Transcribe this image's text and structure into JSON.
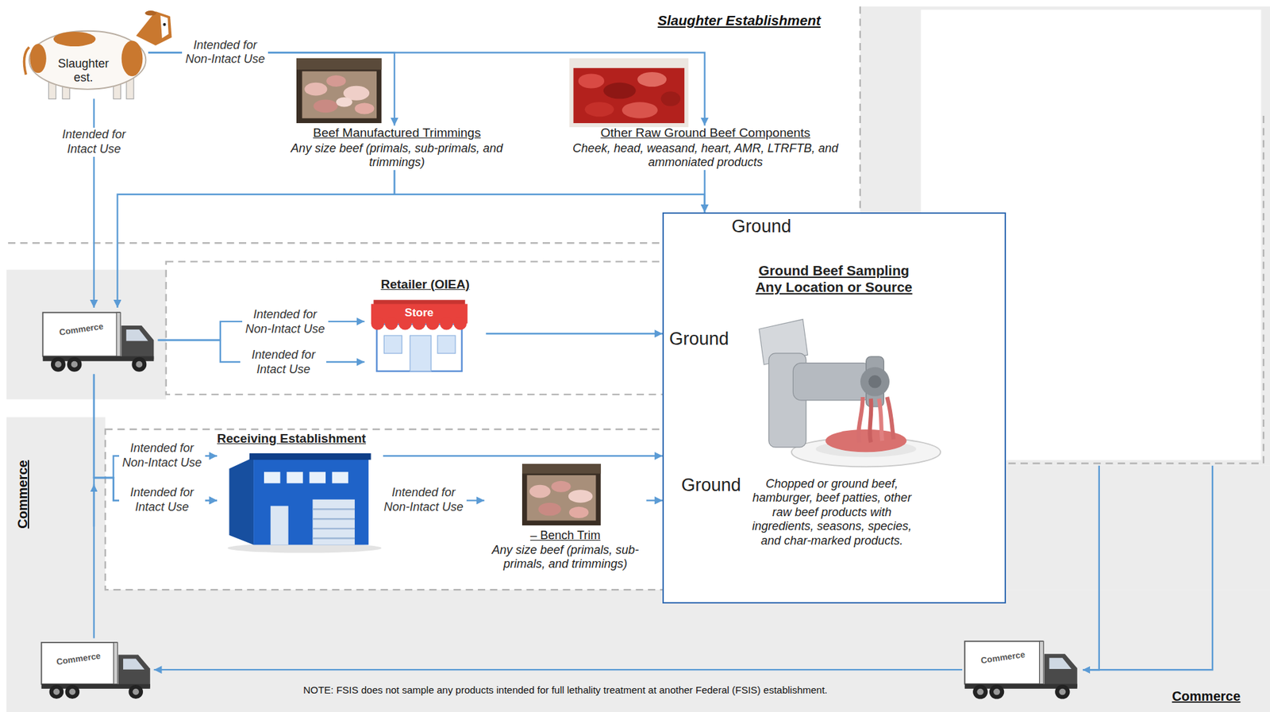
{
  "diagram": {
    "nodes": [
      {
        "text": [
          "Slaughter est."
        ]
      },
      {
        "text": [
          "Beef Manufactured Trimmings",
          "Any size beef (primals, sub-primals, and trimmings)"
        ]
      },
      {
        "text": [
          "Other Raw Ground Beef Components",
          "Cheek, head, weasand, heart, AMR, LTRFTB, and ammoniated products"
        ]
      },
      {
        "text": [
          "Commerce"
        ]
      },
      {
        "text": [
          "Retailer (OIEA)",
          "Store"
        ]
      },
      {
        "text": [
          "Receiving Establishment"
        ]
      },
      {
        "text": [
          "– Bench Trim",
          "Any size beef (primals, sub-primals, and trimmings)"
        ]
      },
      {
        "text": [
          "Ground Beef Sampling Any Location or Source",
          "Chopped or ground beef, hamburger, beef patties, other raw beef products with ingredients, seasons, species, and char-marked products."
        ]
      },
      {
        "text": [
          "Commerce"
        ]
      },
      {
        "text": [
          "Commerce"
        ]
      }
    ],
    "edges": [
      {
        "from": 0,
        "to": 1,
        "arrow": "to",
        "label": "Intended for Non-Intact Use"
      },
      {
        "from": 0,
        "to": 2,
        "arrow": "to"
      },
      {
        "from": 0,
        "to": 3,
        "arrow": "to",
        "label": "Intended for Intact Use"
      },
      {
        "from": 1,
        "to": 3,
        "arrow": "to"
      },
      {
        "from": 1,
        "to": 7,
        "arrow": "to",
        "label": "Ground"
      },
      {
        "from": 2,
        "to": 7,
        "arrow": "to"
      },
      {
        "from": 3,
        "to": 4,
        "arrow": "to",
        "label": "Intended for Non-Intact Use"
      },
      {
        "from": 3,
        "to": 4,
        "arrow": "to",
        "label": "Intended for Intact Use"
      },
      {
        "from": 3,
        "to": 5,
        "arrow": "to",
        "label": "Intended for Non-Intact Use"
      },
      {
        "from": 3,
        "to": 5,
        "arrow": "to",
        "label": "Intended for Intact Use"
      },
      {
        "from": 8,
        "to": 5,
        "arrow": "to"
      },
      {
        "from": 4,
        "to": 7,
        "arrow": "to",
        "label": "Ground"
      },
      {
        "from": 5,
        "to": 7,
        "arrow": "to"
      },
      {
        "from": 5,
        "to": 6,
        "arrow": "to",
        "label": "Intended for Non-Intact Use"
      },
      {
        "from": 6,
        "to": 7,
        "arrow": "to",
        "label": "Ground"
      },
      {
        "from": 9,
        "to": 8,
        "arrow": "to"
      }
    ],
    "labels": [
      "Slaughter Establishment",
      "Commerce",
      "Commerce",
      "NOTE: FSIS does not sample any products intended for full lethality treatment at another Federal (FSIS) establishment."
    ]
  }
}
